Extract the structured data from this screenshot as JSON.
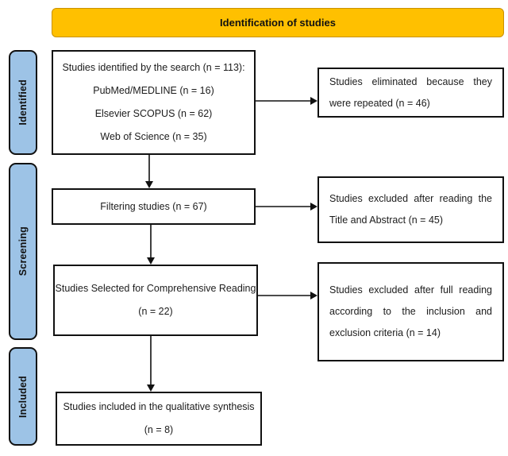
{
  "banner": {
    "label": "Identification of studies"
  },
  "colors": {
    "banner_fill": "#FFC000",
    "banner_border": "#C99100",
    "stage_fill": "#9DC3E6",
    "box_border": "#111111",
    "arrow": "#111111"
  },
  "sidebar": {
    "items": [
      {
        "label": "Identified"
      },
      {
        "label": "Screening"
      },
      {
        "label": "Included"
      }
    ]
  },
  "flow": {
    "identification_box": {
      "lines": [
        "Studies identified by the search (n = 113):",
        "PubMed/MEDLINE (n = 16)",
        "Elsevier SCOPUS (n = 62)",
        "Web of Science (n = 35)"
      ]
    },
    "filtering_box": {
      "lines": [
        "Filtering studies (n = 67)"
      ]
    },
    "comprehensive_box": {
      "lines": [
        "Studies Selected for Comprehensive Reading",
        "(n = 22)"
      ]
    },
    "included_box": {
      "lines": [
        "Studies included in the qualitative synthesis",
        "(n = 8)"
      ]
    }
  },
  "exclusions": {
    "repeated_box": {
      "text": "Studies eliminated because they were repeated (n = 46)"
    },
    "title_abstract_box": {
      "text": "Studies excluded after reading the Title and Abstract (n = 45)"
    },
    "full_reading_box": {
      "text": "Studies excluded after full reading according to the inclusion and exclusion criteria (n = 14)"
    }
  }
}
